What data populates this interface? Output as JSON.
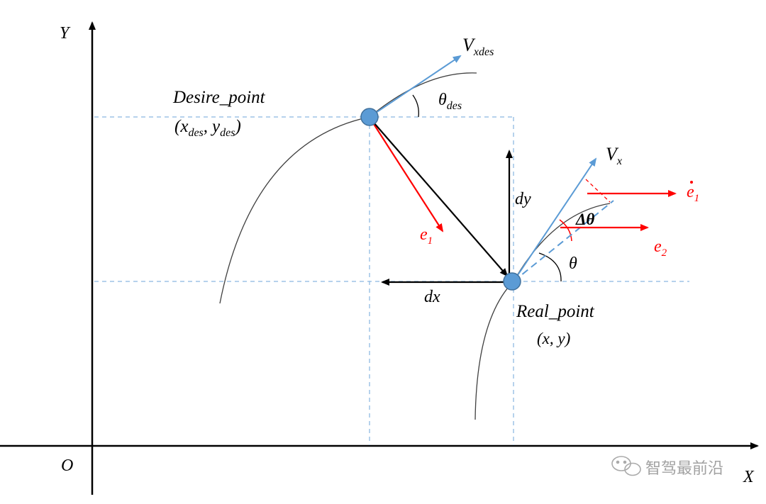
{
  "axes": {
    "y_label": "Y",
    "x_label": "X",
    "origin_label": "O"
  },
  "desire_point": {
    "name": "Desire_point",
    "coord_x": "x",
    "coord_x_sub": "des",
    "sep": ",",
    "coord_y": "y",
    "coord_y_sub": "des"
  },
  "real_point": {
    "name": "Real_point",
    "coords": "(x, y)"
  },
  "vectors": {
    "v_xdes": "V",
    "v_xdes_sub": "xdes",
    "v_x": "V",
    "v_x_sub": "x",
    "theta_des": "θ",
    "theta_des_sub": "des",
    "theta": "θ",
    "delta_theta": "Δθ",
    "dx": "dx",
    "dy": "dy",
    "e1": "e",
    "e1_sub": "1",
    "e1_dot": "e",
    "e1_dot_sub": "1",
    "e2": "e",
    "e2_sub": "2"
  },
  "watermark": {
    "text": "智驾最前沿",
    "icon": "wechat-icon"
  },
  "colors": {
    "axis": "#000000",
    "guide": "#9dc3e6",
    "point": "#5b9bd5",
    "velocity": "#5b9bd5",
    "error": "#ff0000",
    "curve": "#404040"
  }
}
